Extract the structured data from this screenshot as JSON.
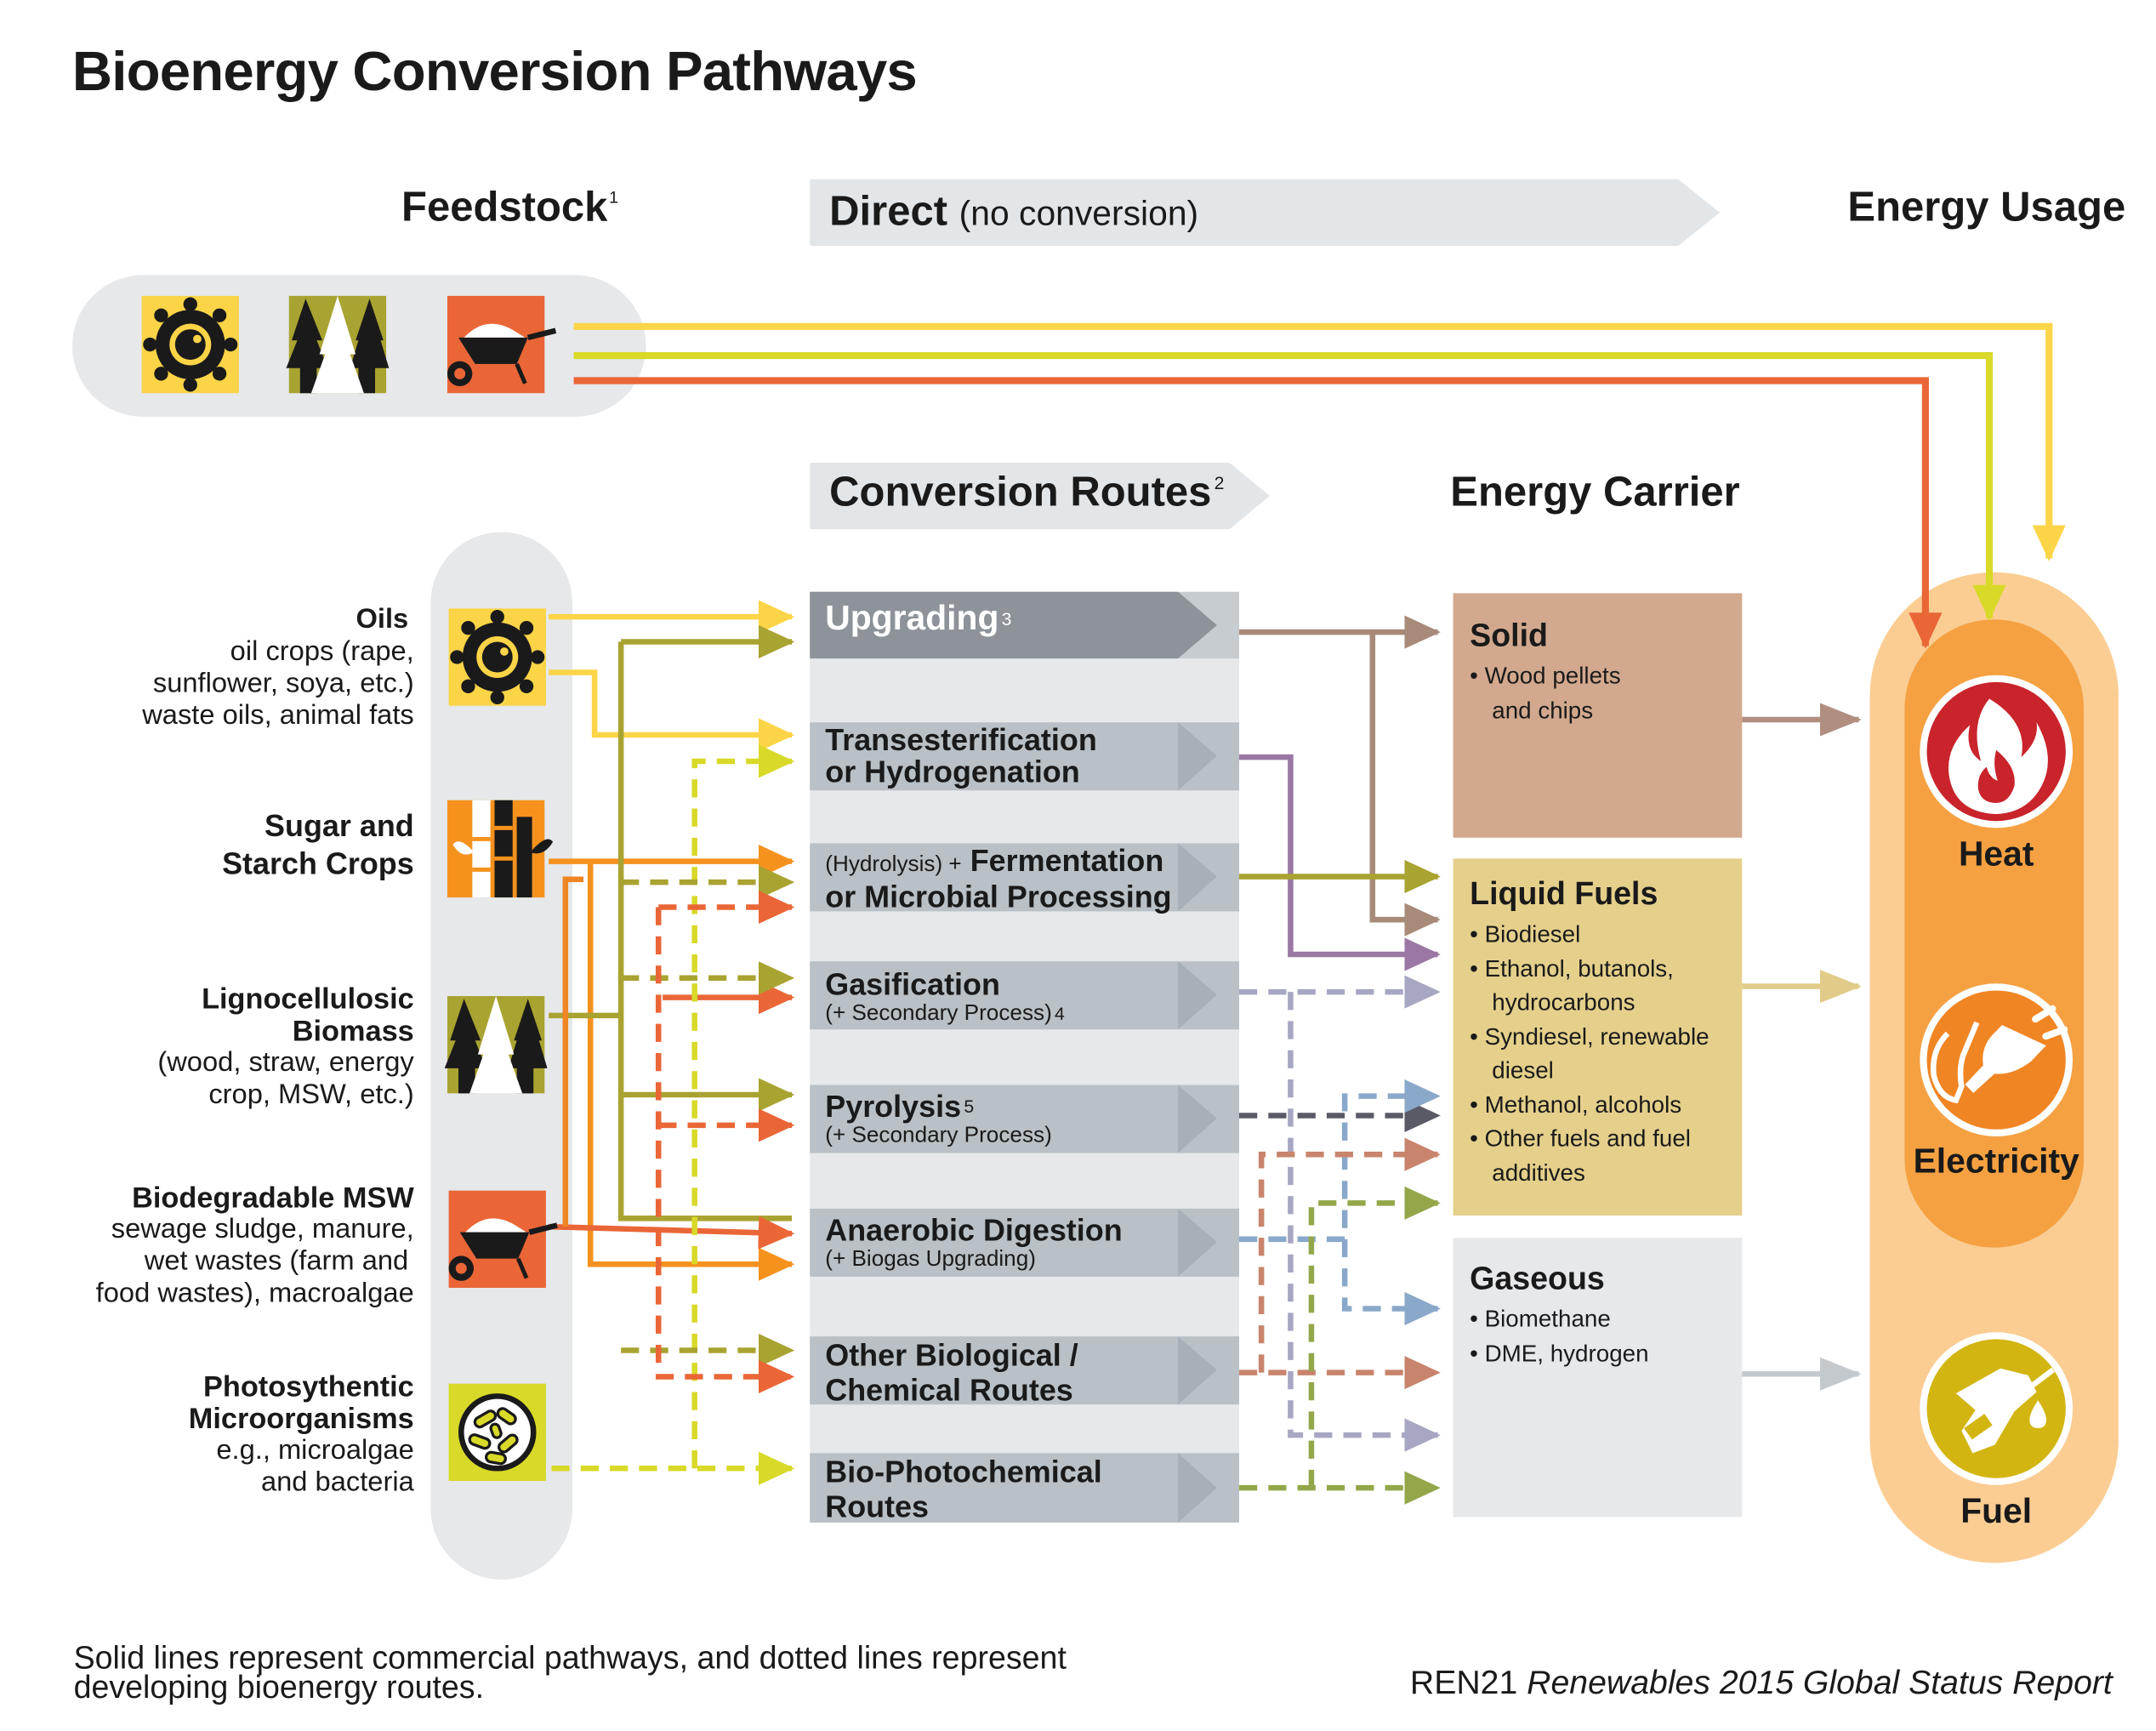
{
  "title": "Bioenergy Conversion Pathways",
  "headers": {
    "feedstock": "Feedstock",
    "feedstock_note": "1",
    "direct": "Direct",
    "direct_sub": "(no conversion)",
    "energy_usage": "Energy Usage",
    "conversion_routes": "Conversion Routes",
    "conversion_routes_note": "2",
    "energy_carrier": "Energy Carrier"
  },
  "feedstocks": [
    {
      "name": "Oils",
      "desc1": "oil crops (rape,",
      "desc2": "sunflower, soya, etc.)",
      "desc3": "waste oils, animal fats",
      "icon": "sunflower-icon",
      "color": "#fcd447"
    },
    {
      "name1": "Sugar and",
      "name2": "Starch Crops",
      "icon": "sugarcane-icon",
      "color": "#f5921e"
    },
    {
      "name1": "Lignocellulosic",
      "name2": "Biomass",
      "desc1": "(wood, straw, energy",
      "desc2": "crop, MSW, etc.)",
      "icon": "trees-icon",
      "color": "#a9a331"
    },
    {
      "name": "Biodegradable MSW",
      "desc1": "sewage sludge, manure,",
      "desc2": "wet wastes (farm and",
      "desc3": "food wastes), macroalgae",
      "icon": "wheelbarrow-icon",
      "color": "#ea6637"
    },
    {
      "name1": "Photosythentic",
      "name2": "Microorganisms",
      "desc1": "e.g., microalgae",
      "desc2": "and bacteria",
      "icon": "microalgae-icon",
      "color": "#d8d928"
    }
  ],
  "routes": {
    "upgrading": "Upgrading",
    "upgrading_note": "3",
    "transesterification_1": "Transesterification",
    "transesterification_2": "or Hydrogenation",
    "fermentation_pre": "(Hydrolysis) +",
    "fermentation_1": "Fermentation",
    "fermentation_2": "or Microbial Processing",
    "gasification": "Gasification",
    "gasification_sub": "(+ Secondary Process)",
    "gasification_note": "4",
    "pyrolysis": "Pyrolysis",
    "pyrolysis_note": "5",
    "pyrolysis_sub": "(+ Secondary Process)",
    "anaerobic": "Anaerobic Digestion",
    "anaerobic_sub": "(+ Biogas Upgrading)",
    "other_1": "Other Biological /",
    "other_2": "Chemical Routes",
    "biophoto_1": "Bio-Photochemical",
    "biophoto_2": "Routes"
  },
  "carriers": {
    "solid": {
      "title": "Solid",
      "items": [
        "Wood pellets and chips"
      ]
    },
    "liquid": {
      "title": "Liquid Fuels",
      "items": [
        "Biodiesel",
        "Ethanol, butanols, hydrocarbons",
        "Syndiesel, renewable diesel",
        "Methanol, alcohols",
        "Other fuels and fuel additives"
      ]
    },
    "gaseous": {
      "title": "Gaseous",
      "items": [
        "Biomethane",
        "DME, hydrogen"
      ]
    }
  },
  "usage": {
    "heat": "Heat",
    "electricity": "Electricity",
    "fuel": "Fuel"
  },
  "footnote": "Solid lines represent commercial pathways, and dotted lines represent developing bioenergy routes.",
  "credit": {
    "org": "REN21",
    "report": "Renewables 2015 Global Status Report"
  },
  "colors": {
    "oils": "#fcd447",
    "sugar": "#f5921e",
    "ligno": "#a9a331",
    "msw": "#ea6637",
    "micro": "#d8d928",
    "solid_out": "#a88a78",
    "solid_box": "#d2a98e",
    "liquid_box": "#e5d08b",
    "gas_box": "#e6e8ea",
    "route_box": "#b9c1c6",
    "upgrading_box": "#8d9399",
    "usage_outer": "#fbcd93",
    "usage_inner": "#f5a142",
    "heat": "#c9242b",
    "electricity": "#f08523",
    "fuel": "#d2b511"
  }
}
